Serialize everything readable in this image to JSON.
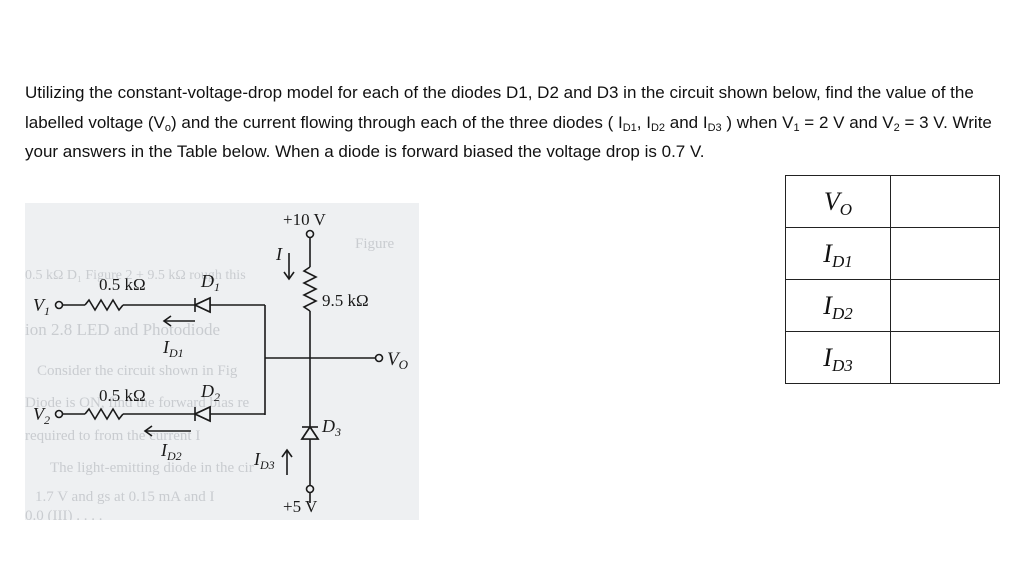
{
  "problem": {
    "p1": "Utilizing the constant-voltage-drop model for each of the diodes D1, D2 and D3 in the circuit shown below, find the value of the labelled voltage (V",
    "p2": "o",
    "p3": ") and the current flowing through each of the three diodes ( I",
    "p4": "D1",
    "p5": ", I",
    "p6": "D2",
    "p7": " and I",
    "p8": "D3",
    "p9": " ) when V",
    "p10": "1",
    "p11": " = 2 V and V",
    "p12": "2",
    "p13": " = 3 V.  Write your answers in the Table below.  When a diode is forward biased the voltage drop is 0.7 V."
  },
  "circuit": {
    "supply_top": "+10 V",
    "supply_bottom": "+5 V",
    "current_i": "I",
    "resistor_top": "9.5 kΩ",
    "r1_label": "0.5 kΩ",
    "r2_label": "0.5 kΩ",
    "d1": {
      "main": "D",
      "sub": "1"
    },
    "d2": {
      "main": "D",
      "sub": "2"
    },
    "d3": {
      "main": "D",
      "sub": "3"
    },
    "v1": {
      "main": "V",
      "sub": "1"
    },
    "v2": {
      "main": "V",
      "sub": "2"
    },
    "vo": {
      "main": "V",
      "sub": "O"
    },
    "id1": {
      "main": "I",
      "sub": "D1"
    },
    "id2": {
      "main": "I",
      "sub": "D2"
    },
    "id3": {
      "main": "I",
      "sub": "D3"
    },
    "ghost_text": [
      "Figure",
      "0.5 kΩ  D₁   Figure 2 + 9.5 kΩ  rough this",
      "ion 2.8  LED and Photodiode",
      "Consider the circuit shown in Fig",
      "Diode is ON, find the forward bias re",
      "required to  from  the current   I",
      "The light-emitting diode in the cir",
      "1.7 V and  gs  at 0.15 mA  and  I",
      "0.0 (III) . . . ."
    ]
  },
  "answer_table": {
    "rows": [
      {
        "main": "V",
        "sub": "O",
        "value": ""
      },
      {
        "main": "I",
        "sub": "D1",
        "value": ""
      },
      {
        "main": "I",
        "sub": "D2",
        "value": ""
      },
      {
        "main": "I",
        "sub": "D3",
        "value": ""
      }
    ]
  },
  "colors": {
    "text": "#111111",
    "figure_bg": "#eef0f2",
    "ghost_text": "#c9ccd0",
    "wire": "#1a1a1a"
  }
}
